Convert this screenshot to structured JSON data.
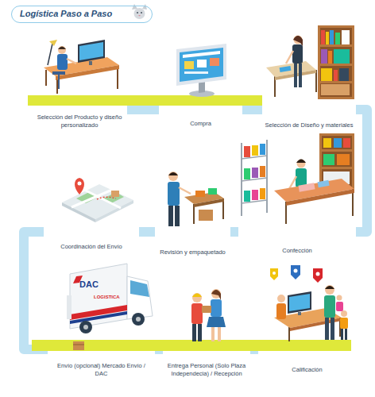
{
  "diagram": {
    "title": "Logística Paso a Paso",
    "nodes": [
      {
        "text": [
          "Selección del Producto y diseño personalizado"
        ]
      },
      {
        "text": [
          "Compra"
        ]
      },
      {
        "text": [
          "Selección de Diseño y materiales"
        ]
      },
      {
        "text": [
          "Confección"
        ]
      },
      {
        "text": [
          "Revisión y empaquetado"
        ]
      },
      {
        "text": [
          "Coordinación del Envío"
        ]
      },
      {
        "text": [
          "Envío (opcional) Mercado Envío / DAC"
        ]
      },
      {
        "text": [
          "Entrega Personal (Solo Plaza Independecia) / Recepción"
        ]
      },
      {
        "text": [
          "Calificación"
        ]
      }
    ],
    "edges": [
      {
        "from": 0,
        "to": 1,
        "arrow": "none"
      },
      {
        "from": 1,
        "to": 2,
        "arrow": "none"
      },
      {
        "from": 2,
        "to": 3,
        "arrow": "none"
      },
      {
        "from": 3,
        "to": 4,
        "arrow": "none"
      },
      {
        "from": 4,
        "to": 5,
        "arrow": "none"
      },
      {
        "from": 5,
        "to": 6,
        "arrow": "none"
      },
      {
        "from": 6,
        "to": 7,
        "arrow": "none"
      },
      {
        "from": 7,
        "to": 8,
        "arrow": "none"
      }
    ],
    "labels": [
      "DAC",
      "LOGISTICA"
    ]
  }
}
